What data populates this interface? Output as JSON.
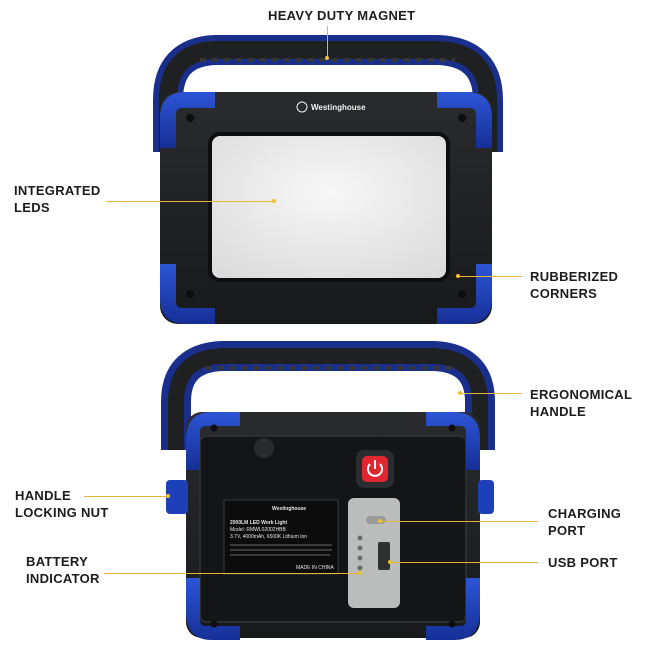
{
  "callouts": {
    "heavy_duty_magnet": "HEAVY DUTY MAGNET",
    "integrated_leds": "INTEGRATED\nLEDS",
    "rubberized_corners": "RUBBERIZED\nCORNERS",
    "ergonomical_handle": "ERGONOMICAL\nHANDLE",
    "handle_locking_nut": "HANDLE\nLOCKING NUT",
    "charging_port": "CHARGING\nPORT",
    "battery_indicator": "BATTERY\nINDICATOR",
    "usb_port": "USB PORT"
  },
  "product": {
    "brand": "Westinghouse",
    "label_line1": "2000LM LED Work Light",
    "label_line2": "Model: RMWL02002HBB",
    "label_line3": "3.7V, 4000mAh, 6500K Lithium Ion",
    "label_made_in": "MADE IN CHINA"
  },
  "colors": {
    "body": "#1f2022",
    "accent_blue": "#1d3fb8",
    "led_panel": "#ececec",
    "power_button": "#e0262f",
    "leader_line": "#e8b33a"
  }
}
